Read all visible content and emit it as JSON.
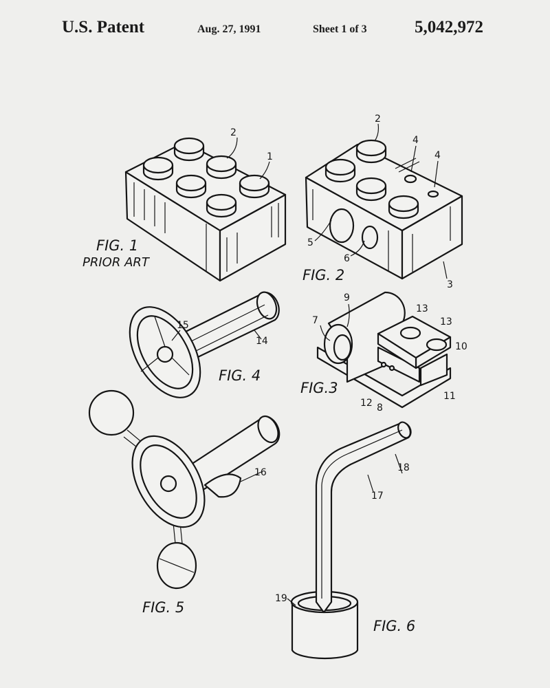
{
  "header": {
    "title": "U.S. Patent",
    "date": "Aug. 27, 1991",
    "sheet": "Sheet 1 of 3",
    "patent_number": "5,042,972"
  },
  "figures": {
    "fig1": {
      "label": "FIG. 1",
      "caption": "PRIOR ART",
      "refs": [
        "2",
        "1"
      ]
    },
    "fig2": {
      "label": "FIG. 2",
      "refs": [
        "2",
        "4",
        "4",
        "5",
        "6",
        "3"
      ]
    },
    "fig3": {
      "label": "FIG.3",
      "refs": [
        "9",
        "13",
        "13",
        "7",
        "10",
        "12",
        "8",
        "11"
      ]
    },
    "fig4": {
      "label": "FIG. 4",
      "refs": [
        "15",
        "14"
      ]
    },
    "fig5": {
      "label": "FIG. 5",
      "refs": [
        "16"
      ]
    },
    "fig6": {
      "label": "FIG. 6",
      "refs": [
        "18",
        "17",
        "19"
      ]
    }
  }
}
